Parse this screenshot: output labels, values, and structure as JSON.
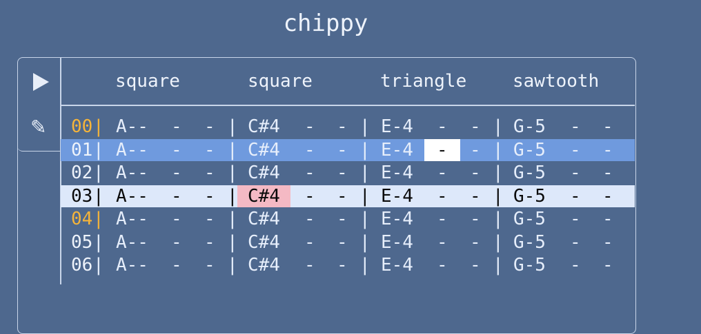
{
  "app": {
    "title": "chippy"
  },
  "channels": [
    "square",
    "square",
    "triangle",
    "sawtooth"
  ],
  "rows": [
    {
      "num": "00",
      "beat": true,
      "notes": [
        "A--",
        "C#4",
        "E-4",
        "G-5"
      ]
    },
    {
      "num": "01",
      "beat": false,
      "notes": [
        "A--",
        "C#4",
        "E-4",
        "G-5"
      ]
    },
    {
      "num": "02",
      "beat": false,
      "notes": [
        "A--",
        "C#4",
        "E-4",
        "G-5"
      ]
    },
    {
      "num": "03",
      "beat": false,
      "notes": [
        "A--",
        "C#4",
        "E-4",
        "G-5"
      ]
    },
    {
      "num": "04",
      "beat": true,
      "notes": [
        "A--",
        "C#4",
        "E-4",
        "G-5"
      ]
    },
    {
      "num": "05",
      "beat": false,
      "notes": [
        "A--",
        "C#4",
        "E-4",
        "G-5"
      ]
    },
    {
      "num": "06",
      "beat": false,
      "notes": [
        "A--",
        "C#4",
        "E-4",
        "G-5"
      ]
    }
  ],
  "selected_row": "01",
  "cursor_row": "03",
  "symbols": {
    "empty": "-",
    "separator": "|"
  },
  "icons": [
    "play-icon",
    "pencil-icon"
  ],
  "colors": {
    "background": "#4e688e",
    "beat_number": "#f5b43a",
    "selected_row": "#6f9ade",
    "cursor_row": "#dde8fa",
    "cursor_note": "#f4b9c4",
    "cursor_cell": "#ffffff"
  }
}
